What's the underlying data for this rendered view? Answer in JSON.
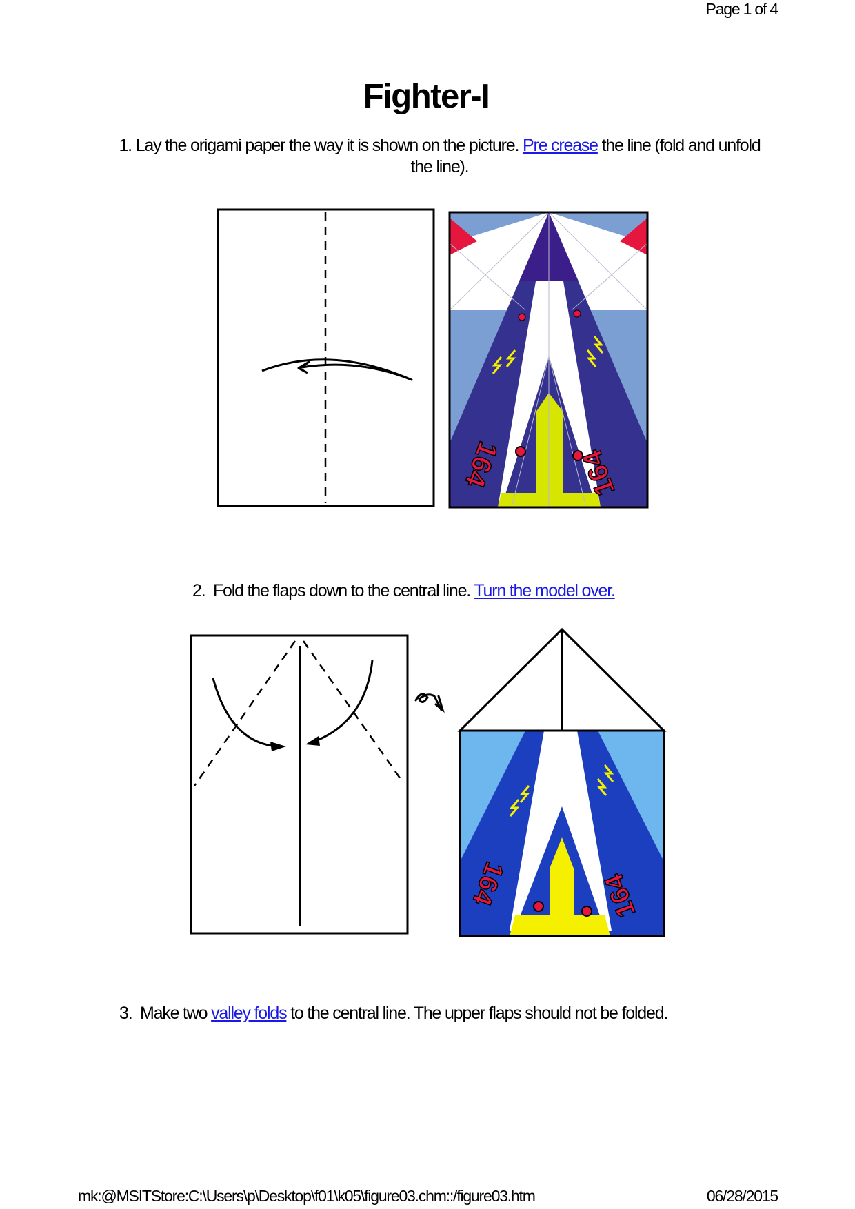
{
  "header": {
    "page_indicator": "Page 1 of 4"
  },
  "title": "Fighter-I",
  "steps": [
    {
      "number": "1.",
      "text_before": "Lay the origami paper the way it is shown on the picture.",
      "link": "Pre crease",
      "text_after": "the line (fold and unfold the line)."
    },
    {
      "number": "2.",
      "text_before": "Fold the flaps down to the central line.",
      "link": "Turn the model over."
    },
    {
      "number": "3.",
      "text_before": "Make two",
      "link": "valley folds",
      "text_after": "to the central line. The upper flaps should not be folded."
    }
  ],
  "artwork": {
    "plane_number": "164"
  },
  "colors": {
    "link": "#1a1ae6",
    "dark_blue": "#35318f",
    "purple": "#3b1e8a",
    "light_blue": "#7b9fd2",
    "red": "#e5173f",
    "yellow": "#d7e600",
    "sky_blue": "#6db7ee",
    "royal_blue": "#1c3fbf",
    "bright_yellow": "#f4f000"
  },
  "footer": {
    "path": "mk:@MSITStore:C:\\Users\\p\\Desktop\\f01\\k05\\figure03.chm::/figure03.htm",
    "date": "06/28/2015"
  }
}
